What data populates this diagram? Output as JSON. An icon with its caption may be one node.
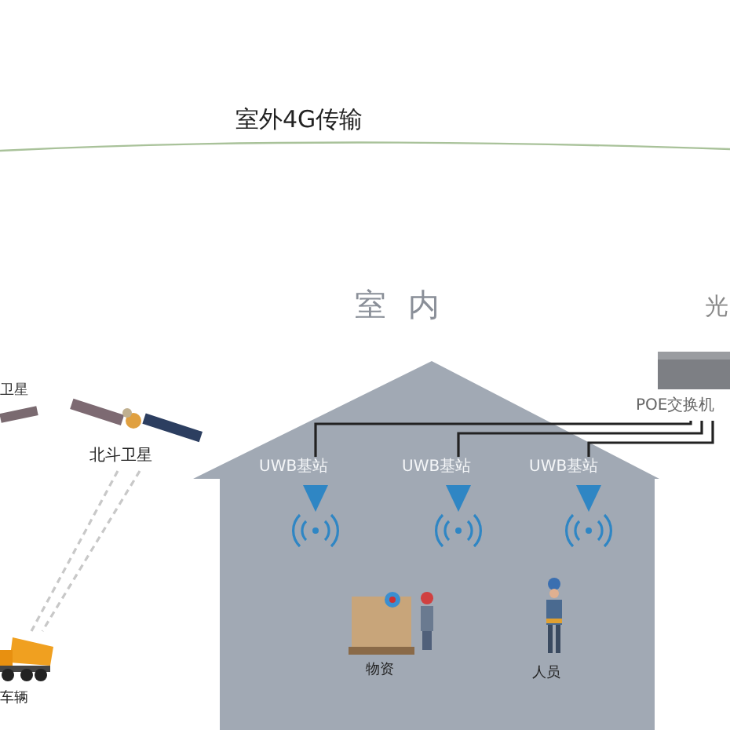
{
  "diagram": {
    "nodes": [
      {
        "text": [
          "卫星"
        ]
      },
      {
        "text": [
          "北斗卫星"
        ]
      },
      {
        "text": [
          "室内"
        ]
      },
      {
        "text": [
          "UWB基站"
        ],
        "in": 2
      },
      {
        "text": [
          "UWB基站"
        ],
        "in": 2
      },
      {
        "text": [
          "UWB基站"
        ],
        "in": 2
      },
      {
        "text": [
          "物资"
        ],
        "in": 2
      },
      {
        "text": [
          "人员"
        ],
        "in": 2
      },
      {
        "text": [
          "POE交换机"
        ]
      },
      {
        "text": [
          "车辆"
        ]
      }
    ],
    "edges": [
      {
        "from": 8,
        "to": 3,
        "arrow": "none"
      },
      {
        "from": 8,
        "to": 4,
        "arrow": "none"
      },
      {
        "from": 8,
        "to": 5,
        "arrow": "none"
      },
      {
        "from": 1,
        "to": 9,
        "arrow": "none",
        "style": "dashed",
        "color": "#c8c8c8"
      },
      {
        "from": 1,
        "to": 9,
        "arrow": "none",
        "style": "dashed",
        "color": "#c8c8c8"
      }
    ],
    "labels": [
      "室外4G传输",
      "光"
    ]
  }
}
